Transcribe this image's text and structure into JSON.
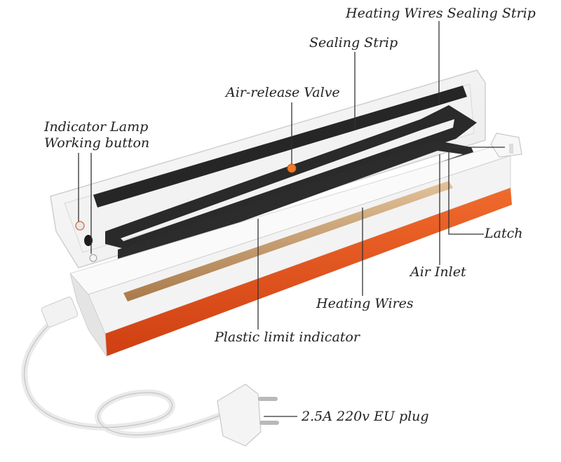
{
  "labels": {
    "heating_wires_sealing_strip": "Heating Wires Sealing Strip",
    "sealing_strip": "Sealing Strip",
    "air_release_valve": "Air-release Valve",
    "indicator_lamp": "Indicator Lamp",
    "working_button": "Working button",
    "latch": "Latch",
    "air_inlet": "Air Inlet",
    "heating_wires": "Heating Wires",
    "plastic_limit_indicator": "Plastic limit indicator",
    "eu_plug": "2.5A 220v EU plug"
  },
  "colors": {
    "body": "#f6f6f6",
    "accent": "#e8541e",
    "gasket": "#2b2b2b",
    "heating_wire": "#c79a6a",
    "valve": "#f07c2a",
    "leader": "#333333"
  }
}
